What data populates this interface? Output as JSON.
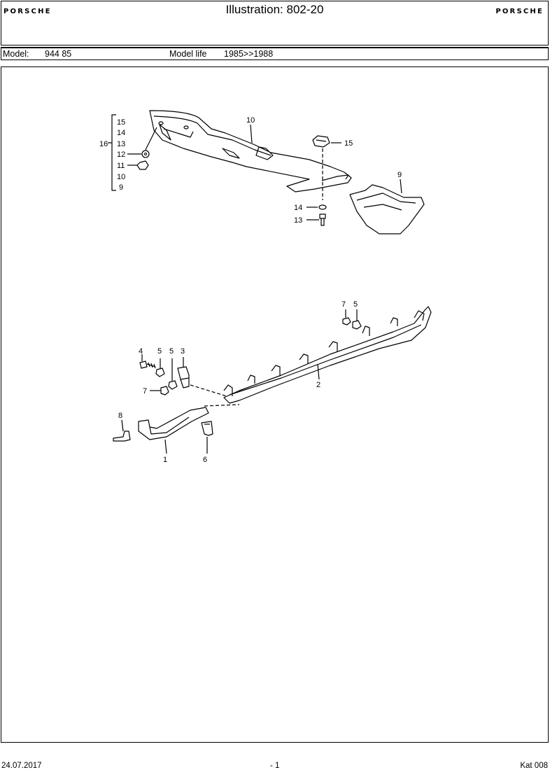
{
  "header": {
    "brand_left": "PORSCHE",
    "brand_right": "PORSCHE",
    "title": "Illustration: 802-20"
  },
  "model_bar": {
    "model_label": "Model:",
    "model_value": "944 85",
    "life_label": "Model life",
    "life_value": "1985>>1988"
  },
  "callouts": {
    "c15a": "15",
    "c14a": "14",
    "c16": "16",
    "c13a": "13",
    "c12": "12",
    "c11": "11",
    "c10a": "10",
    "c9a": "9",
    "c10b": "10",
    "c15b": "15",
    "c9b": "9",
    "c14b": "14",
    "c13b": "13",
    "c7a": "7",
    "c5a": "5",
    "c4": "4",
    "c5b": "5",
    "c5c": "5",
    "c3": "3",
    "c2": "2",
    "c7b": "7",
    "c8": "8",
    "c1": "1",
    "c6": "6"
  },
  "footer": {
    "date": "24.07.2017",
    "page": "- 1",
    "catalog": "Kat 008"
  }
}
